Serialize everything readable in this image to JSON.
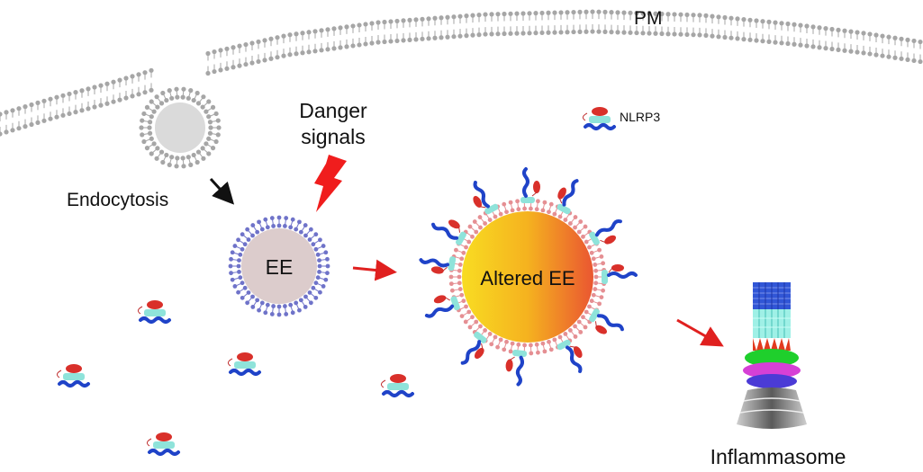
{
  "labels": {
    "plasma_membrane": "PM",
    "danger_line1": "Danger",
    "danger_line2": "signals",
    "endocytosis": "Endocytosis",
    "early_endosome": "EE",
    "altered_endosome": "Altered EE",
    "nlrp3": "NLRP3",
    "inflammasome": "Inflammasome"
  },
  "colors": {
    "membrane": "#a6a6a6",
    "vesicle_fill": "#dadada",
    "ee_lipid": "#6f73c9",
    "ee_fill": "#dccccc",
    "altered_lipid": "#e58f93",
    "altered_fill_left": "#f7d21d",
    "altered_fill_right": "#ec5c30",
    "lightning": "#f01d1d",
    "arrow_black": "#111111",
    "arrow_red": "#e0201f",
    "nlrp3_red": "#d9302a",
    "nlrp3_cyan": "#8fe3da",
    "nlrp3_blue": "#1f43c8",
    "inflam_green": "#1fcf2c",
    "inflam_magenta": "#d640d6",
    "inflam_purple": "#4b3bd6",
    "inflam_grey": "#7a7a7a"
  },
  "icons": [
    "nlrp3-protein-icon",
    "lightning-icon",
    "inflammasome-icon"
  ]
}
